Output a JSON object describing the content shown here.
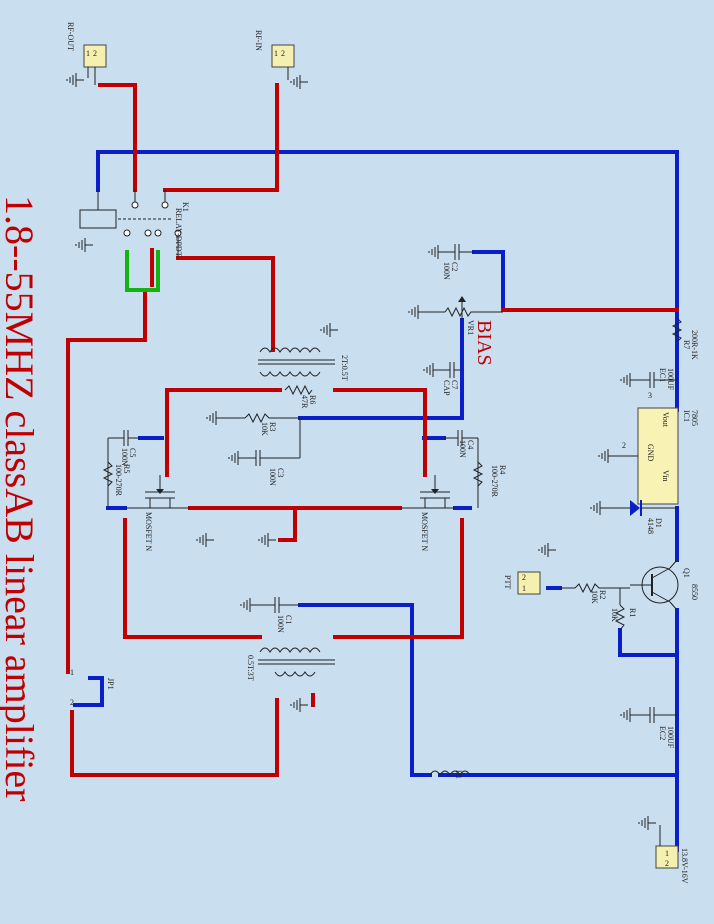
{
  "title": "1.8--55MHZ classAB  linear amplifier",
  "bias_label": "BIAS",
  "connectors": {
    "rf_out": {
      "ref": "RF-OUT",
      "pins": [
        "1",
        "2"
      ]
    },
    "rf_in": {
      "ref": "RF-IN",
      "pins": [
        "1",
        "2"
      ]
    },
    "ptt": {
      "ref": "PTT",
      "pins": [
        "2",
        "1"
      ]
    },
    "power": {
      "ref": "13.8V-16V",
      "pins": [
        "1",
        "2"
      ]
    },
    "jp1": {
      "ref": "JP1",
      "pins": [
        "1",
        "2"
      ]
    }
  },
  "relay": {
    "ref": "K1",
    "value": "RELAY-DPDT"
  },
  "transformers": {
    "t_out": {
      "value": "2T:0.5T"
    },
    "t_in": {
      "value": "0.5T:3T"
    }
  },
  "regulator": {
    "ref": "IC1",
    "value": "7805",
    "pins": {
      "vout": "Vout",
      "gnd": "GND",
      "vin": "Vin",
      "n3": "3",
      "n2": "2"
    }
  },
  "components": {
    "c2": {
      "ref": "C2",
      "value": "100N"
    },
    "vr1": {
      "ref": "VR1"
    },
    "c7": {
      "ref": "C7",
      "value": "CAP"
    },
    "r7": {
      "ref": "R7",
      "value": "200R-1K"
    },
    "ec1": {
      "ref": "EC1",
      "value": "100UF"
    },
    "r6": {
      "ref": "R6",
      "value": "47R"
    },
    "r3": {
      "ref": "R3",
      "value": "10K"
    },
    "c3": {
      "ref": "C3",
      "value": "100N"
    },
    "c5": {
      "ref": "C5",
      "value": "100N"
    },
    "r5": {
      "ref": "R5",
      "value": "100-270R"
    },
    "c4": {
      "ref": "C4",
      "value": "100N"
    },
    "r4": {
      "ref": "R4",
      "value": "100-270R"
    },
    "q_left": {
      "value": "MOSFET N"
    },
    "q_right": {
      "value": "MOSFET N"
    },
    "d1": {
      "ref": "D1",
      "value": "4148"
    },
    "q1": {
      "ref": "Q1",
      "value": "8550"
    },
    "r2": {
      "ref": "R2",
      "value": "10K"
    },
    "r1": {
      "ref": "R1",
      "value": "10K"
    },
    "c1": {
      "ref": "C1",
      "value": "100N"
    },
    "ec2": {
      "ref": "EC2",
      "value": "100UF"
    },
    "l1": {
      "ref": "L1"
    }
  },
  "colors": {
    "background": "#c9dff0",
    "rf_wire": "#c00000",
    "dc_wire": "#0a1fc8",
    "jumper_wire": "#13b313"
  }
}
